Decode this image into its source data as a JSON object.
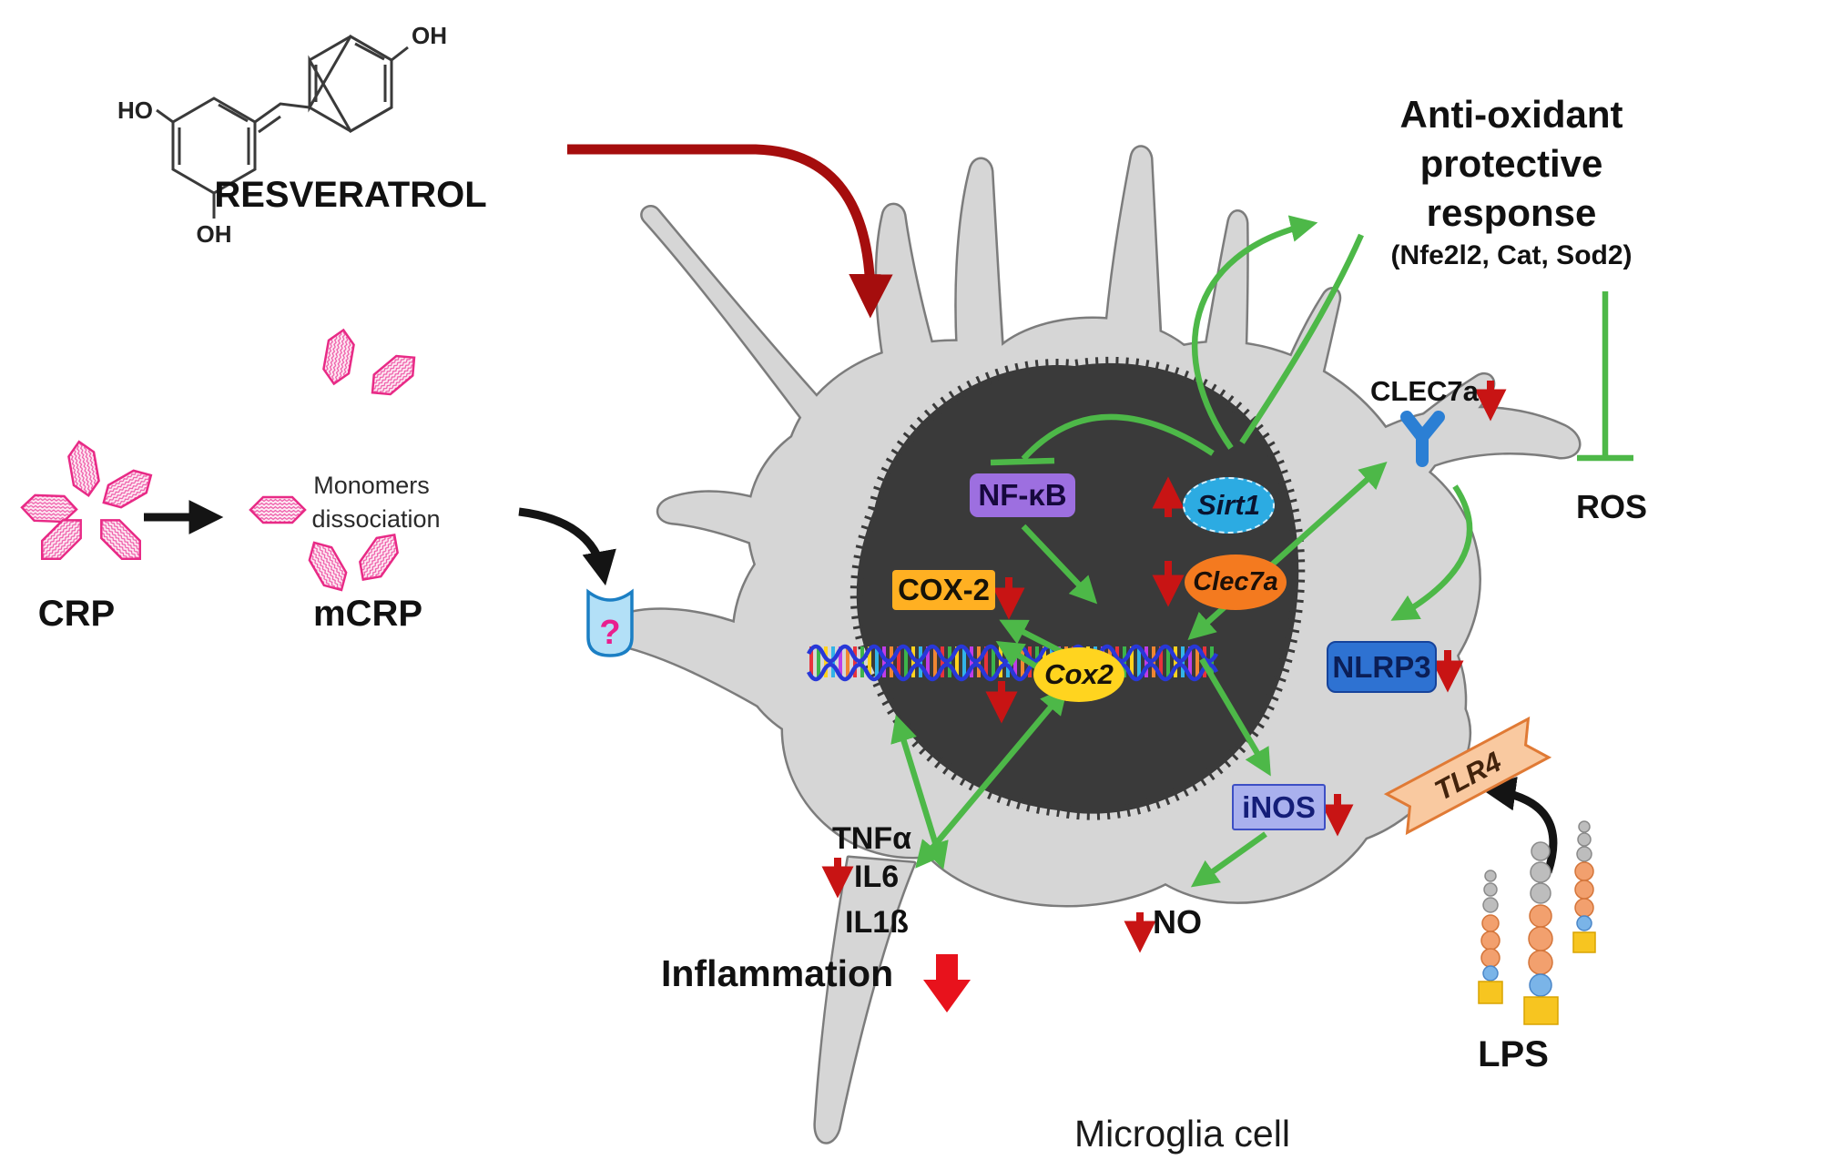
{
  "molecule": {
    "name": "RESVERATROL",
    "ho_left": "HO",
    "oh_top": "OH",
    "oh_bottom": "OH"
  },
  "crp_section": {
    "crp_label": "CRP",
    "mcrp_label": "mCRP",
    "monomers_line1": "Monomers",
    "monomers_line2": "dissociation",
    "unknown_receptor_symbol": "?"
  },
  "cell": {
    "label": "Microglia cell"
  },
  "nucleus": {
    "sirt1": "Sirt1",
    "clec7a": "Clec7a",
    "cox2": "Cox2"
  },
  "markers": {
    "nfkb": "NF-κB",
    "cox2_membrane": "COX-2",
    "nlrp3": "NLRP3",
    "inos": "iNOS",
    "tlr4": "TLR4",
    "clec7a_receptor": "CLEC7a"
  },
  "antioxidant": {
    "line1": "Anti-oxidant",
    "line2": "protective",
    "line3": "response",
    "line4": "(Nfe2l2, Cat, Sod2)",
    "ros": "ROS"
  },
  "outputs": {
    "tnfa": "TNFα",
    "il6": "IL6",
    "il1b": "IL1ß",
    "inflammation": "Inflammation",
    "no": "NO",
    "lps": "LPS"
  },
  "colors": {
    "green_arrow": "#4db848",
    "red_arrow": "#c81414",
    "dark_red_arrow": "#a50d0d",
    "inflammation_red": "#e8121c",
    "nfkb_purple": "#9d6fe0",
    "sirt1_blue": "#2cabe2",
    "clec7a_orange": "#f47a1f",
    "cox2_yellow": "#ffd41f",
    "cox2_box_orange": "#ffb022",
    "nlrp3_blue": "#2e72d2",
    "inos_periwinkle": "#a9b0ee",
    "tlr4_peach": "#f9c9a0",
    "crp_pink": "#e82a86",
    "cell_gray": "#d6d6d6",
    "nucleus_dark": "#3a3a3a",
    "receptor_blue": "#2b7fd4"
  }
}
